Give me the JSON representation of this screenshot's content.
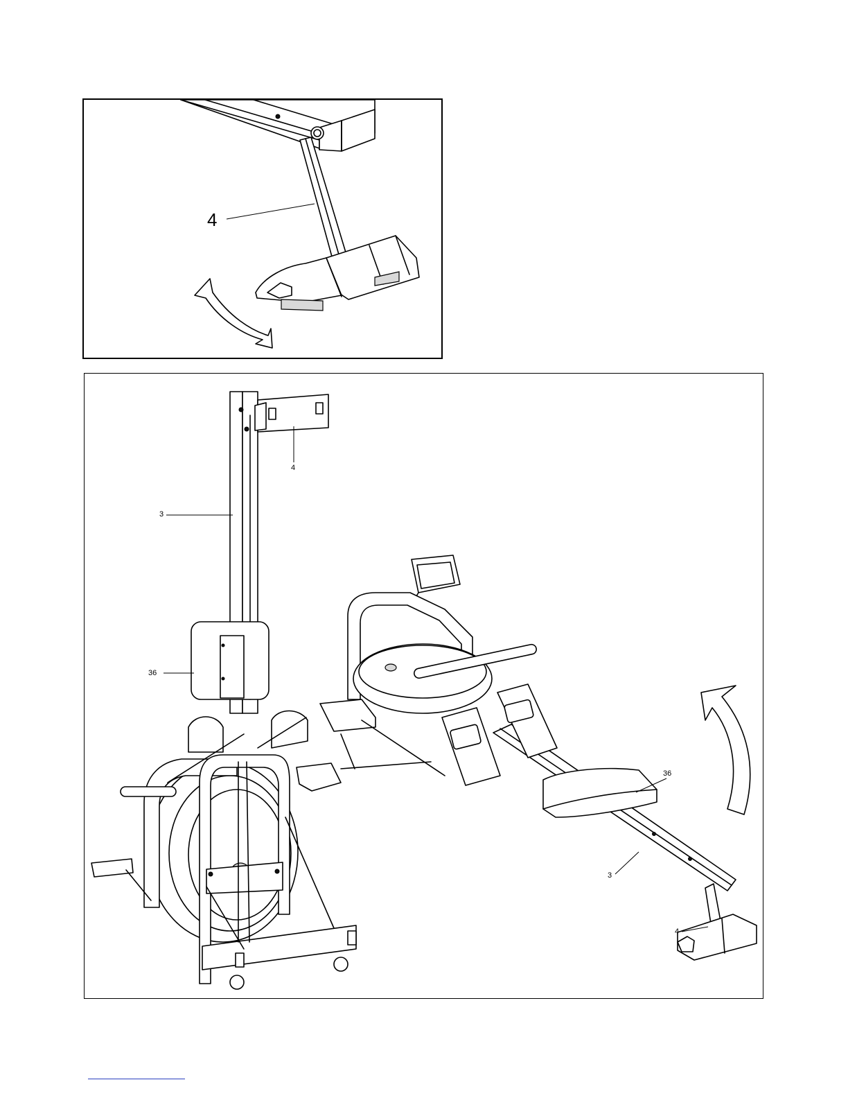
{
  "detail_view": {
    "callouts": [
      {
        "id": "leg",
        "label": "4"
      }
    ],
    "arrow": "rotate-arrow-icon"
  },
  "overview": {
    "callouts": [
      {
        "id": "leg-folded",
        "label": "4"
      },
      {
        "id": "rail-folded",
        "label": "3"
      },
      {
        "id": "seat-folded",
        "label": "36"
      },
      {
        "id": "seat-unfolded",
        "label": "36"
      },
      {
        "id": "rail-unfolded",
        "label": "3"
      },
      {
        "id": "leg-unfolded",
        "label": "4"
      }
    ],
    "arrow": "rotate-arrow-icon"
  },
  "colors": {
    "line": "#000000",
    "footer_rule": "#2a3fbf"
  }
}
